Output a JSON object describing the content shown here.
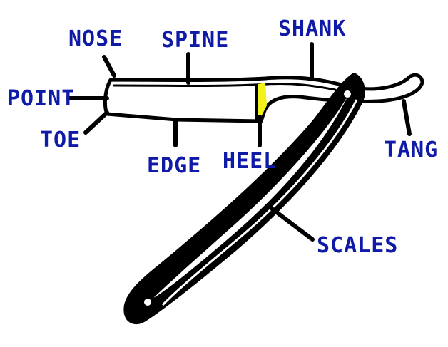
{
  "labels": {
    "nose": "NOSE",
    "spine": "SPINE",
    "shank": "SHANK",
    "point": "POINT",
    "toe": "TOE",
    "edge": "EDGE",
    "heel": "HEEL",
    "tang": "TANG",
    "scales": "SCALES"
  },
  "colors": {
    "label_text": "#0f1aa6",
    "outline": "#000000",
    "highlight": "#f2f21a"
  }
}
